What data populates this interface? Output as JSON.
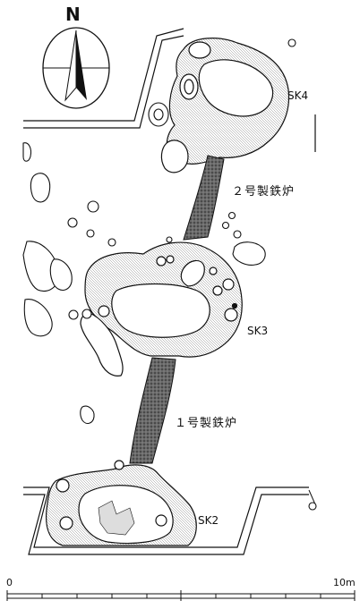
{
  "north_arrow": {
    "letter": "N"
  },
  "features": {
    "sk4": {
      "label": "SK4"
    },
    "sk3": {
      "label": "SK3"
    },
    "sk2": {
      "label": "SK2"
    },
    "furnace2": {
      "label": "２号製鉄炉"
    },
    "furnace1": {
      "label": "１号製鉄炉"
    }
  },
  "scale_bar": {
    "start_label": "0",
    "end_label": "10m"
  },
  "colors": {
    "ink": "#111111",
    "furnace_fill": "#555555",
    "paper": "#ffffff"
  }
}
